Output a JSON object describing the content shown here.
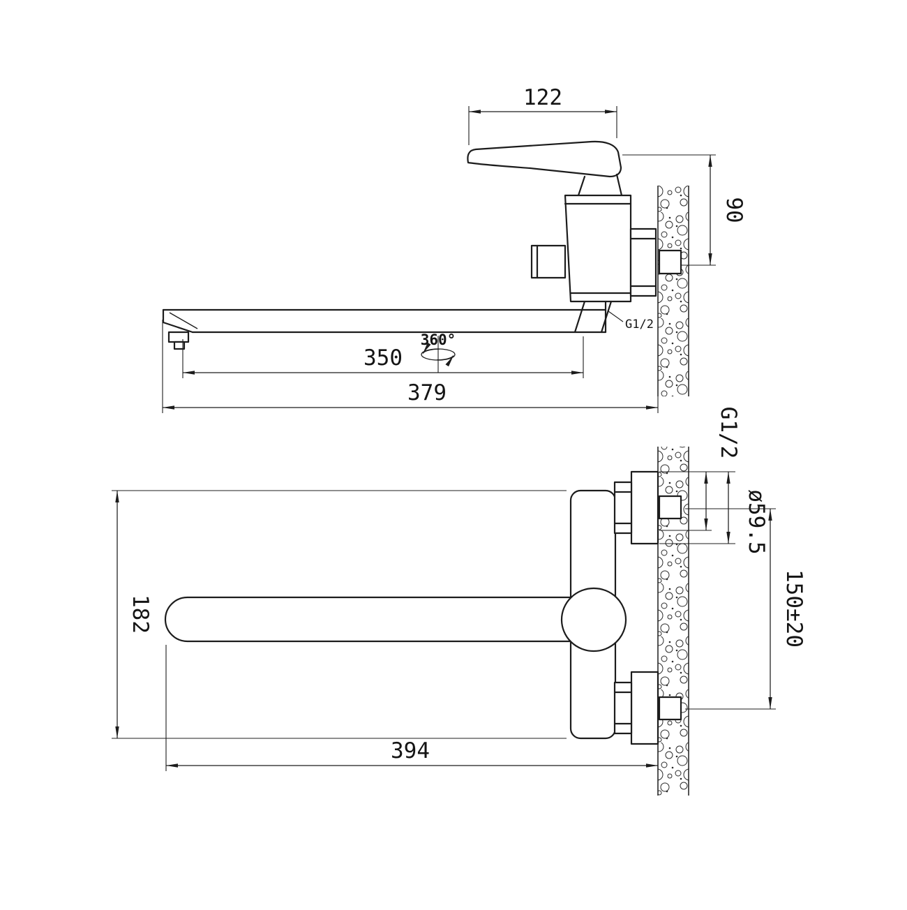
{
  "side_view": {
    "dim_handle_length": "122",
    "dim_handle_height": "90",
    "dim_spout_reach": "350",
    "dim_total_reach": "379",
    "swivel_angle": "360°",
    "thread_size": "G1/2"
  },
  "plan_view": {
    "dim_body_depth": "182",
    "dim_total_length": "394",
    "dim_mount_span": "150±20",
    "dim_flange_diameter": "ø59.5",
    "thread_size": "G1/2"
  },
  "colors": {
    "line": "#1c1c1c",
    "background": "#ffffff"
  }
}
